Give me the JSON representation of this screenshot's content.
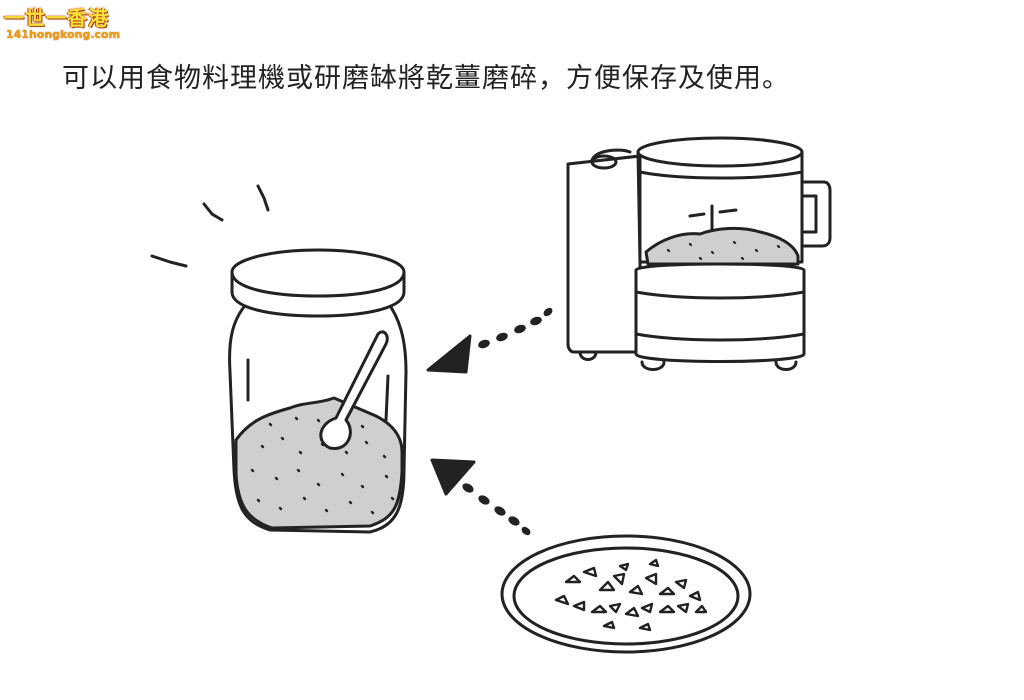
{
  "watermark": {
    "line1": "一世一香港",
    "line2": "141hongkong.com"
  },
  "caption": "可以用食物料理機或研磨缽將乾薑磨碎，方便保存及使用。",
  "colors": {
    "ink": "#222222",
    "powder": "#cfcfcf",
    "watermark_yellow": "#f7e23a",
    "watermark_orange": "#f59e0b"
  },
  "icons": {
    "jar": "glass-jar-icon",
    "processor": "food-processor-icon",
    "plate": "plate-icon",
    "spoon": "spoon-icon"
  }
}
